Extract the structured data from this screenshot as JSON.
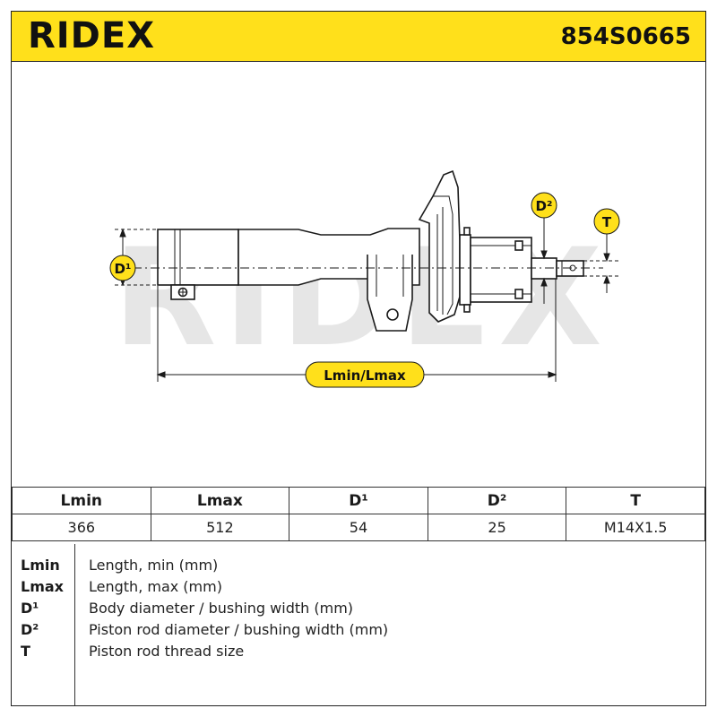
{
  "header": {
    "brand": "RIDEX",
    "part_number": "854S0665"
  },
  "diagram": {
    "watermark": "RIDEX",
    "labels": {
      "d1": "D¹",
      "d2": "D²",
      "t": "T",
      "length": "Lmin/Lmax"
    },
    "colors": {
      "accent": "#ffe01b",
      "watermark": "#e6e6e6",
      "line": "#1a1a1a"
    }
  },
  "spec_table": {
    "headers": [
      "Lmin",
      "Lmax",
      "D¹",
      "D²",
      "T"
    ],
    "values": [
      "366",
      "512",
      "54",
      "25",
      "M14X1.5"
    ]
  },
  "legend": [
    {
      "key": "Lmin",
      "desc": "Length, min (mm)"
    },
    {
      "key": "Lmax",
      "desc": "Length, max (mm)"
    },
    {
      "key": "D¹",
      "desc": "Body diameter / bushing width (mm)"
    },
    {
      "key": "D²",
      "desc": "Piston rod diameter / bushing width (mm)"
    },
    {
      "key": "T",
      "desc": "Piston rod thread size"
    }
  ]
}
